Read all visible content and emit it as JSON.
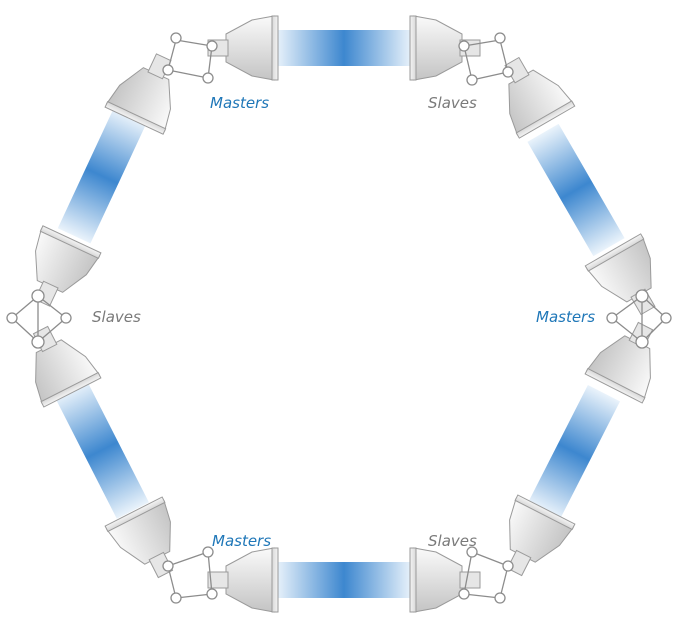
{
  "labels": {
    "top_left": "Masters",
    "top_right": "Slaves",
    "left": "Slaves",
    "right": "Masters",
    "bottom_left": "Masters",
    "bottom_right": "Slaves"
  },
  "colors": {
    "link_blue": "#3d87cf",
    "link_fade": "#eaf3fb",
    "master_text": "#1f77b8",
    "slave_text": "#7a7a7a",
    "dish_light": "#f2f2f2",
    "dish_dark": "#c4c4c4"
  },
  "icons": {
    "antenna": "dish-antenna-icon",
    "mount": "mount-bracket-icon"
  }
}
